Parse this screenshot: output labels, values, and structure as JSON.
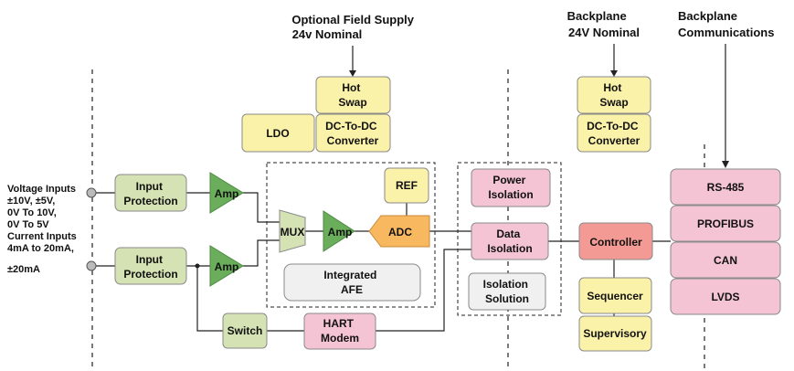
{
  "headers": {
    "field_supply": [
      "Optional Field Supply",
      "24v Nominal"
    ],
    "backplane_power": [
      "Backplane",
      "24V Nominal"
    ],
    "backplane_comms": [
      "Backplane",
      "Communications"
    ]
  },
  "input_spec": [
    "Voltage Inputs",
    "±10V, ±5V,",
    "0V To 10V,",
    "0V To 5V",
    "Current Inputs",
    "4mA to 20mA,",
    "±20mA"
  ],
  "blocks": {
    "input_protection_1": [
      "Input",
      "Protection"
    ],
    "input_protection_2": [
      "Input",
      "Protection"
    ],
    "amp_1": "Amp",
    "amp_2": "Amp",
    "mux": "MUX",
    "amp_3": "Amp",
    "adc": "ADC",
    "ref": "REF",
    "integrated_afe": [
      "Integrated",
      "AFE"
    ],
    "ldo": "LDO",
    "hot_swap_1": [
      "Hot",
      "Swap"
    ],
    "dc_dc_1": [
      "DC-To-DC",
      "Converter"
    ],
    "power_isolation": [
      "Power",
      "Isolation"
    ],
    "data_isolation": [
      "Data",
      "Isolation"
    ],
    "isolation_solution": [
      "Isolation",
      "Solution"
    ],
    "hot_swap_2": [
      "Hot",
      "Swap"
    ],
    "dc_dc_2": [
      "DC-To-DC",
      "Converter"
    ],
    "controller": "Controller",
    "sequencer": "Sequencer",
    "supervisory": "Supervisory",
    "switch": "Switch",
    "hart_modem": [
      "HART",
      "Modem"
    ],
    "rs485": "RS-485",
    "profibus": "PROFIBUS",
    "can": "CAN",
    "lvds": "LVDS"
  },
  "colors": {
    "green_box": "#d4e2b4",
    "green_amp": "#6aae5b",
    "yellow": "#fbf2aa",
    "pink": "#f4c4d4",
    "orange": "#f8b860",
    "red": "#f49a94",
    "gray": "#f0f0f0",
    "line": "#222222"
  }
}
